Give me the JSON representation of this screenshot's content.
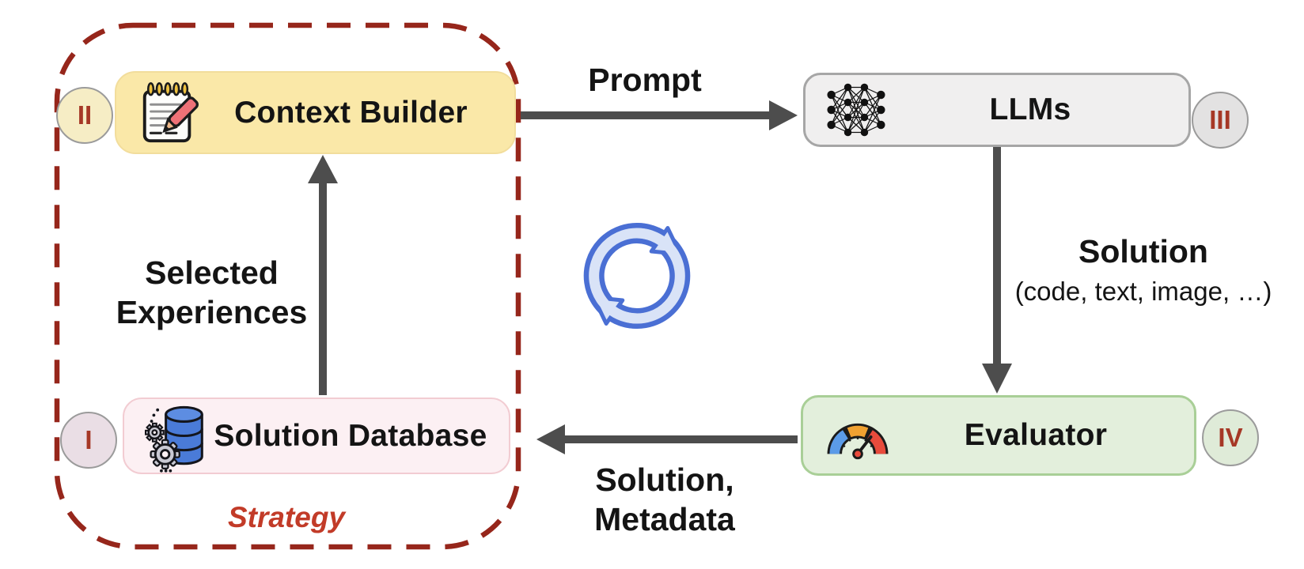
{
  "strategy": {
    "label": "Strategy"
  },
  "nodes": {
    "context_builder": {
      "label": "Context Builder",
      "numeral": "II",
      "icon": "notepad-pencil-icon",
      "fill": "#FAE8A8",
      "badge_fill": "#F6EDC5"
    },
    "llms": {
      "label": "LLMs",
      "numeral": "III",
      "icon": "neural-network-icon",
      "fill": "#F0EFEF",
      "badge_fill": "#E3E2E2"
    },
    "evaluator": {
      "label": "Evaluator",
      "numeral": "IV",
      "icon": "gauge-icon",
      "fill": "#E3EFDC",
      "badge_fill": "#DFEBD8"
    },
    "solution_database": {
      "label": "Solution Database",
      "numeral": "I",
      "icon": "database-gears-icon",
      "fill": "#FCF0F3",
      "badge_fill": "#EADEE5"
    }
  },
  "edges": {
    "prompt": {
      "from": "Context Builder",
      "to": "LLMs",
      "label": "Prompt"
    },
    "solution": {
      "from": "LLMs",
      "to": "Evaluator",
      "label": "Solution",
      "sublabel": "(code, text, image, …)"
    },
    "feedback": {
      "from": "Evaluator",
      "to": "Solution Database",
      "label_line1": "Solution,",
      "label_line2": "Metadata"
    },
    "selected": {
      "from": "Solution Database",
      "to": "Context Builder",
      "label_line1": "Selected",
      "label_line2": "Experiences"
    }
  },
  "center_icon": "cycle-arrows-icon",
  "colors": {
    "dashed_border": "#96261B",
    "strategy_label": "#C23B28",
    "numeral_text": "#A63826",
    "arrow": "#4D4D4D",
    "cycle_outline": "#4A6FD4",
    "cycle_fill": "#D9E3F7"
  }
}
